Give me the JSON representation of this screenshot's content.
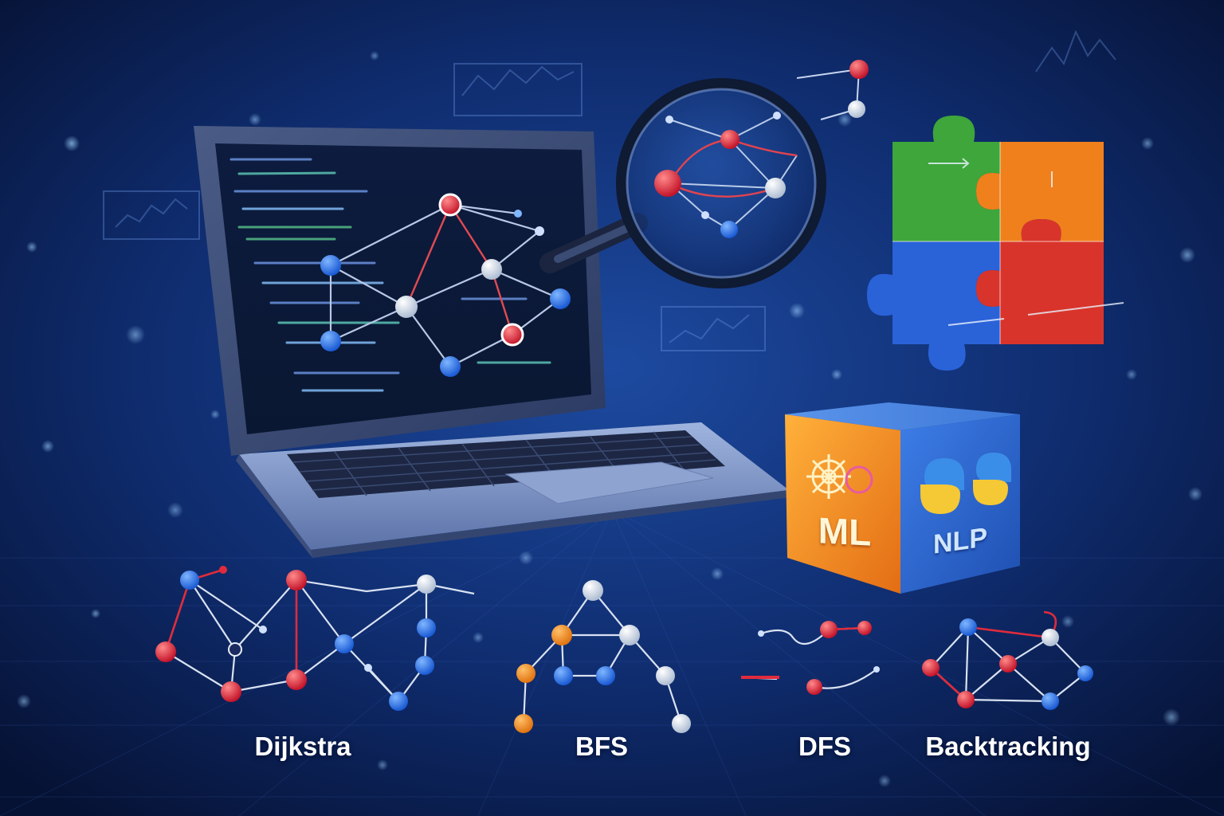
{
  "algorithms": {
    "dijkstra": "Dijkstra",
    "bfs": "BFS",
    "dfs": "DFS",
    "backtracking": "Backtracking"
  },
  "cube": {
    "front_label": "ML",
    "side_label": "NLP"
  },
  "colors": {
    "background_dark": "#07153f",
    "background_mid": "#143a8a",
    "node_red": "#d8263a",
    "node_blue": "#1f6be0",
    "node_white": "#e6eef8",
    "node_orange": "#f28c1c",
    "puzzle_green": "#3ea63a",
    "puzzle_orange": "#f0801c",
    "puzzle_blue": "#2a62d8",
    "puzzle_red": "#d9342b",
    "cube_orange": "#f48a1e",
    "cube_blue": "#2b67d6"
  },
  "icons": [
    "laptop-icon",
    "magnifying-glass-icon",
    "puzzle-icon",
    "python-logo-icon",
    "gear-icon",
    "graph-network-icon"
  ]
}
